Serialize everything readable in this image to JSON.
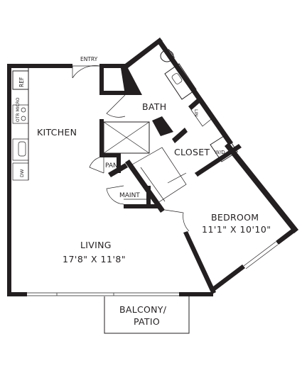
{
  "labels": {
    "entry": "ENTRY",
    "ref": "REF",
    "otr_micro": "OTR MICRO",
    "dw": "DW",
    "kitchen": "KITCHEN",
    "bath": "BATH",
    "lin": "LIN",
    "closet": "CLOSET",
    "wd": "W/D",
    "pan": "PAN.",
    "maint": "MAINT",
    "bedroom": "BEDROOM",
    "bedroom_dim": "11'1\" X 10'10\"",
    "living": "LIVING",
    "living_dim": "17'8\" X 11'8\"",
    "balcony_1": "BALCONY/",
    "balcony_2": "PATIO"
  },
  "colors": {
    "wall": "#231f20",
    "background": "#ffffff"
  }
}
